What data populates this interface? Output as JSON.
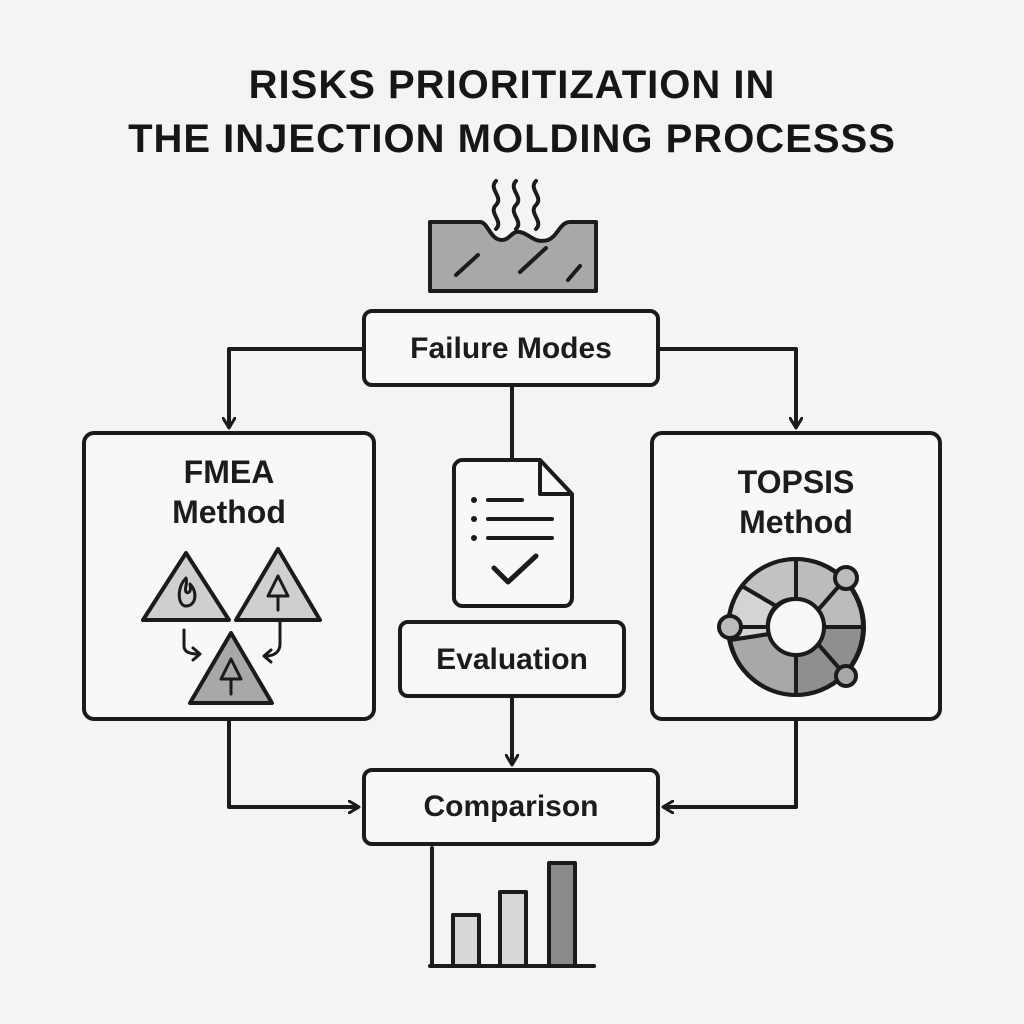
{
  "title": {
    "line1": "RISKS PRIORITIZATION IN",
    "line2": "THE INJECTION MOLDING PROCESSS"
  },
  "nodes": {
    "failure_modes": "Failure Modes",
    "fmea_line1": "FMEA",
    "fmea_line2": "Method",
    "topsis_line1": "TOPSIS",
    "topsis_line2": "Method",
    "evaluation": "Evaluation",
    "comparison": "Comparison"
  },
  "icons": {
    "top": "molded-part-icon",
    "fmea": "warning-triangles-icon",
    "evaluation": "checklist-document-icon",
    "topsis": "ring-network-icon",
    "bottom": "bar-chart-icon"
  },
  "colors": {
    "stroke": "#1b1b1b",
    "fill_light": "#d8d8d8",
    "fill_mid": "#a8a8a8",
    "fill_dark": "#8a8a8a",
    "background": "#f4f4f4"
  }
}
